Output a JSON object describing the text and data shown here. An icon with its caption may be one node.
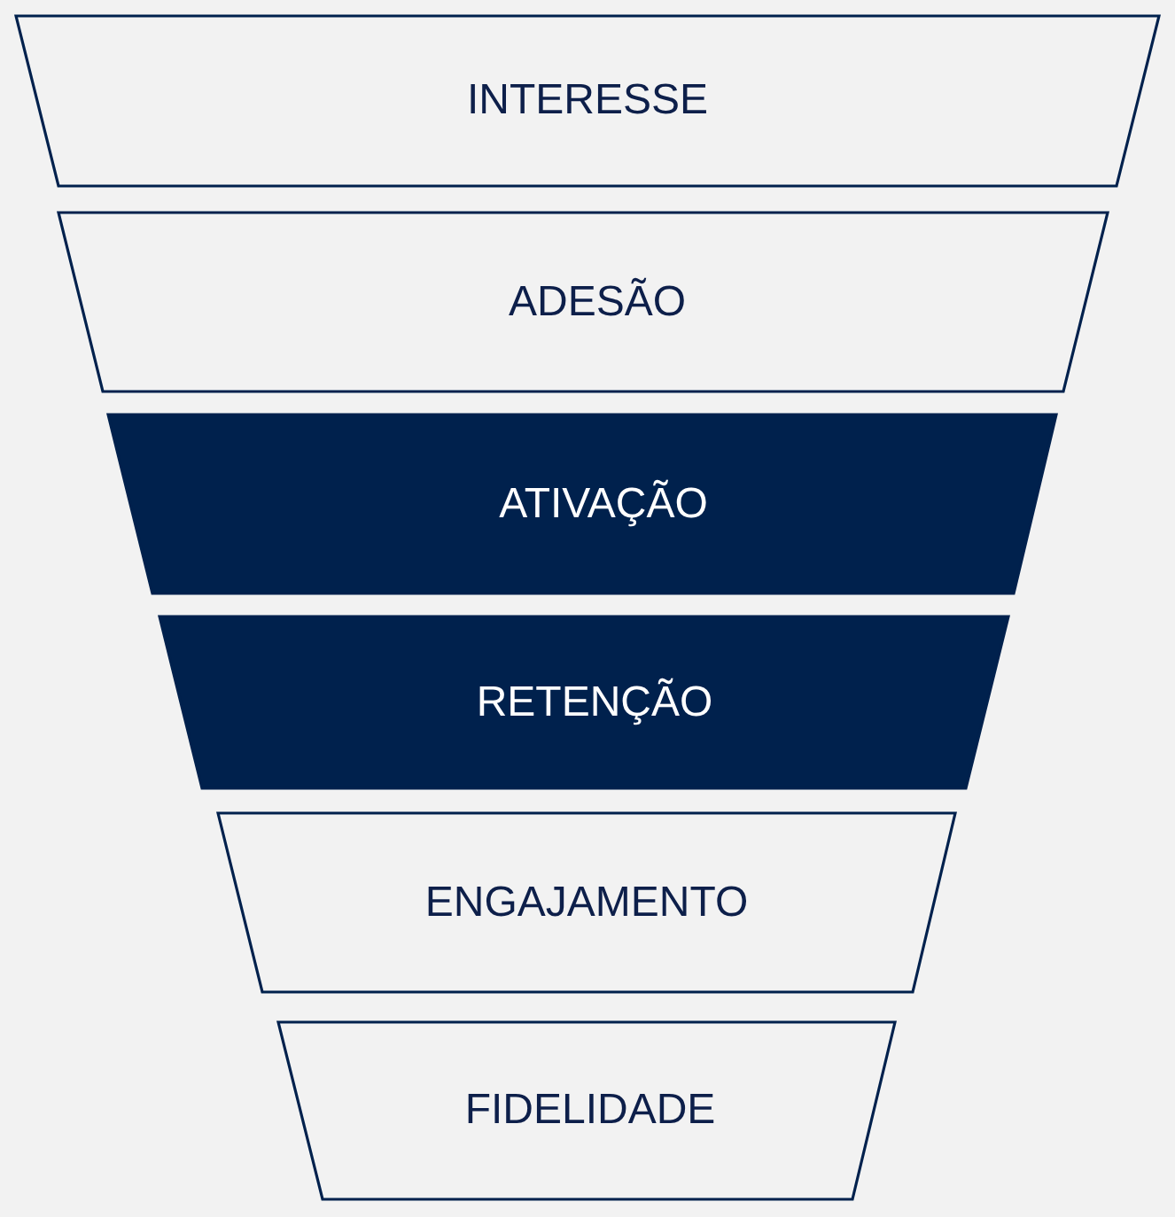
{
  "diagram": {
    "nodes": [
      {
        "text": [
          "INTERESSE"
        ]
      },
      {
        "text": [
          "ADESÃO"
        ]
      },
      {
        "text": [
          "ATIVAÇÃO"
        ]
      },
      {
        "text": [
          "RETENÇÃO"
        ]
      },
      {
        "text": [
          "ENGAJAMENTO"
        ]
      },
      {
        "text": [
          "FIDELIDADE"
        ]
      }
    ]
  }
}
